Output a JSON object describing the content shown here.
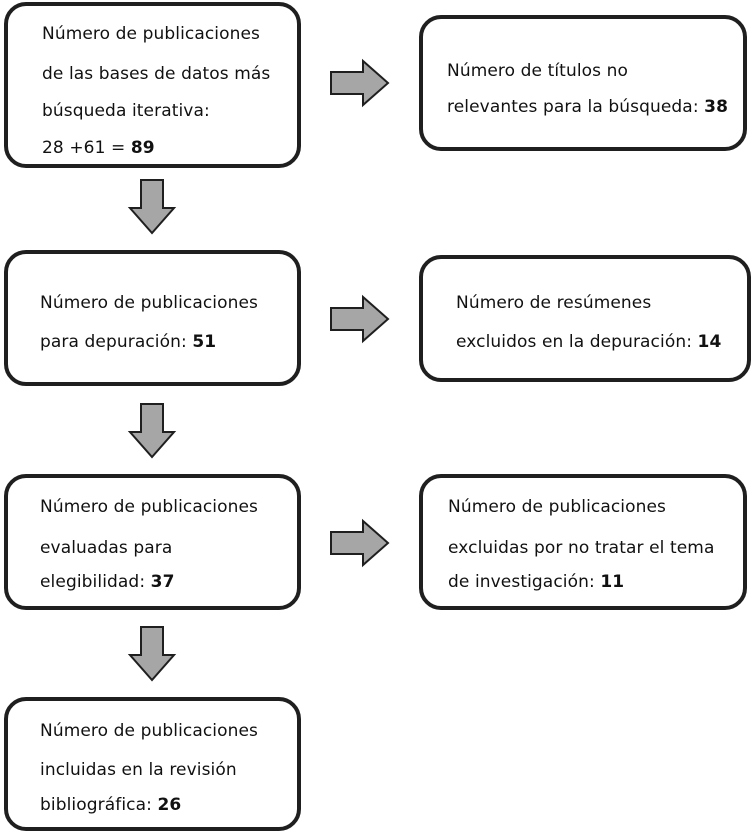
{
  "boxes": {
    "b1": {
      "lines": [
        "Número de publicaciones",
        "de las bases de datos más",
        "búsqueda iterativa:"
      ],
      "last_prefix": "28 +61 = ",
      "value": "89"
    },
    "b2": {
      "lines": [
        "Número de publicaciones"
      ],
      "last_prefix": "para depuración: ",
      "value": "51"
    },
    "b3": {
      "lines": [
        "Número de publicaciones",
        "evaluadas para"
      ],
      "last_prefix": "elegibilidad: ",
      "value": "37"
    },
    "b4": {
      "lines": [
        "Número de publicaciones",
        "incluidas en la revisión"
      ],
      "last_prefix": "bibliográfica: ",
      "value": "26"
    },
    "r1": {
      "lines": [
        "Número de títulos no"
      ],
      "last_prefix": "relevantes para la búsqueda: ",
      "value": "38"
    },
    "r2": {
      "lines": [
        "Número de resúmenes"
      ],
      "last_prefix": "excluidos en la depuración: ",
      "value": "14"
    },
    "r3": {
      "lines": [
        "Número de publicaciones",
        "excluidas por no tratar el tema"
      ],
      "last_prefix": "de investigación: ",
      "value": "11"
    }
  },
  "colors": {
    "border": "#1f1f1f",
    "arrow_fill": "#a6a6a6",
    "arrow_stroke": "#1f1f1f"
  }
}
